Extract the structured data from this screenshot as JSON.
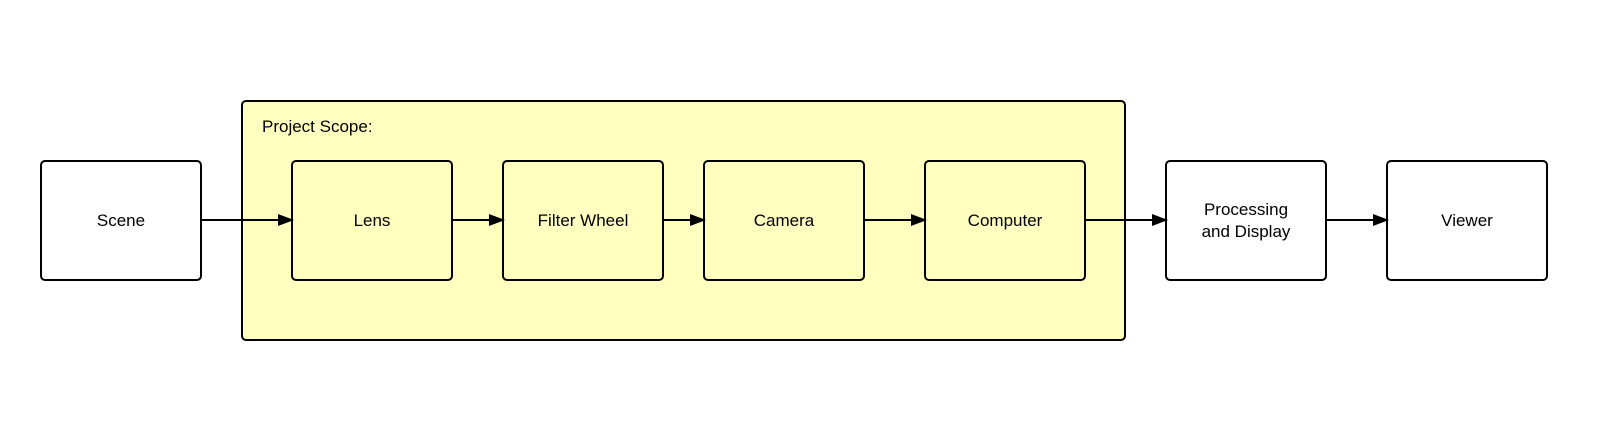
{
  "diagram": {
    "scope": {
      "label": "Project Scope:",
      "fill": "#ffffc0"
    },
    "nodes": [
      {
        "id": "scene",
        "label": "Scene",
        "inside_scope": false
      },
      {
        "id": "lens",
        "label": "Lens",
        "inside_scope": true
      },
      {
        "id": "filter-wheel",
        "label": "Filter Wheel",
        "inside_scope": true
      },
      {
        "id": "camera",
        "label": "Camera",
        "inside_scope": true
      },
      {
        "id": "computer",
        "label": "Computer",
        "inside_scope": true
      },
      {
        "id": "processing-and-display",
        "label": "Processing\nand Display",
        "inside_scope": false
      },
      {
        "id": "viewer",
        "label": "Viewer",
        "inside_scope": false
      }
    ],
    "edges": [
      {
        "from": "scene",
        "to": "lens"
      },
      {
        "from": "lens",
        "to": "filter-wheel"
      },
      {
        "from": "filter-wheel",
        "to": "camera"
      },
      {
        "from": "camera",
        "to": "computer"
      },
      {
        "from": "computer",
        "to": "processing-and-display"
      },
      {
        "from": "processing-and-display",
        "to": "viewer"
      }
    ]
  }
}
